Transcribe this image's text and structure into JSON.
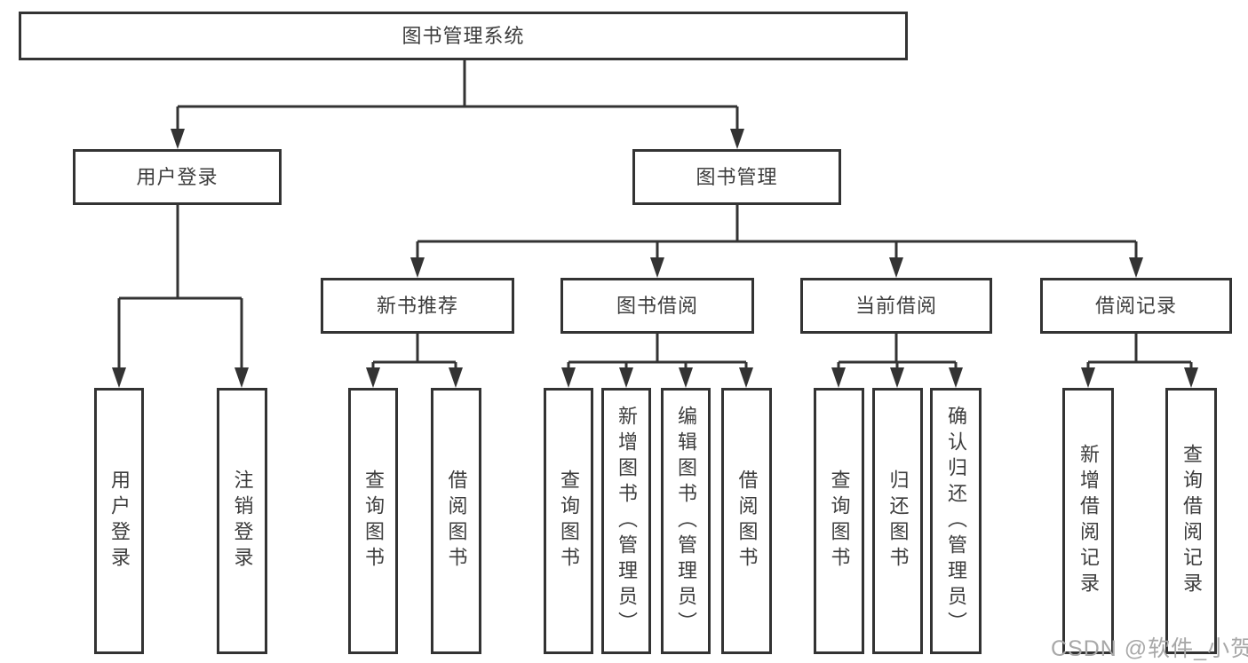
{
  "diagram": {
    "root": {
      "label": "图书管理系统"
    },
    "level2": [
      {
        "label": "用户登录"
      },
      {
        "label": "图书管理"
      }
    ],
    "level3": [
      {
        "label": "新书推荐",
        "parent": "图书管理"
      },
      {
        "label": "图书借阅",
        "parent": "图书管理"
      },
      {
        "label": "当前借阅",
        "parent": "图书管理"
      },
      {
        "label": "借阅记录",
        "parent": "图书管理"
      }
    ],
    "leaves": [
      {
        "label": "用户登录",
        "parent": "用户登录"
      },
      {
        "label": "注销登录",
        "parent": "用户登录"
      },
      {
        "label": "查询图书",
        "parent": "新书推荐"
      },
      {
        "label": "借阅图书",
        "parent": "新书推荐"
      },
      {
        "label": "查询图书",
        "parent": "图书借阅"
      },
      {
        "label": "新增图书（管理员）",
        "parent": "图书借阅"
      },
      {
        "label": "编辑图书（管理员）",
        "parent": "图书借阅"
      },
      {
        "label": "借阅图书",
        "parent": "图书借阅"
      },
      {
        "label": "查询图书",
        "parent": "当前借阅"
      },
      {
        "label": "归还图书",
        "parent": "当前借阅"
      },
      {
        "label": "确认归还（管理员）",
        "parent": "当前借阅"
      },
      {
        "label": "新增借阅记录",
        "parent": "借阅记录"
      },
      {
        "label": "查询借阅记录",
        "parent": "借阅记录"
      }
    ]
  },
  "watermark": {
    "text": "CSDN @软件_小贺同学"
  },
  "colors": {
    "line": "#333333",
    "node_text": "#3d3d3d",
    "node_fill": "#ffffff",
    "watermark": "#a8a8a8",
    "background": "#ffffff"
  }
}
